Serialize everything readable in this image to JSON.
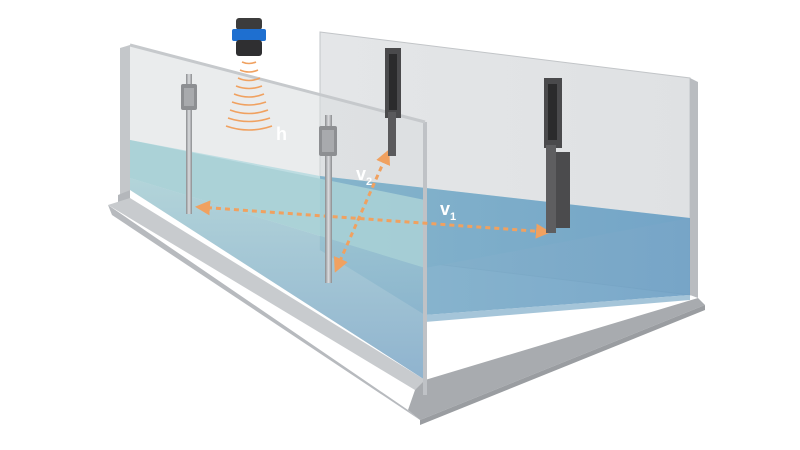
{
  "labels": {
    "level": "h",
    "velocity_1": {
      "base": "v",
      "sub": "1"
    },
    "velocity_2": {
      "base": "v",
      "sub": "2"
    }
  },
  "colors": {
    "water_top": "#a9d0d6",
    "water_deep": "#6b9ec4",
    "glass": "#e6e8ea",
    "channel_floor": "#c9cbce",
    "wall_edge": "#a4a7ab",
    "sensor_path": "#f0a160",
    "sensor_body": "#3c3c3c",
    "sensor_ring": "#1e6fd0",
    "label": "#ffffff"
  },
  "icons": {
    "ultrasonic_sensor": "ultrasonic-level-sensor-icon",
    "transducer": "ultrasonic-transit-time-transducer-icon"
  }
}
